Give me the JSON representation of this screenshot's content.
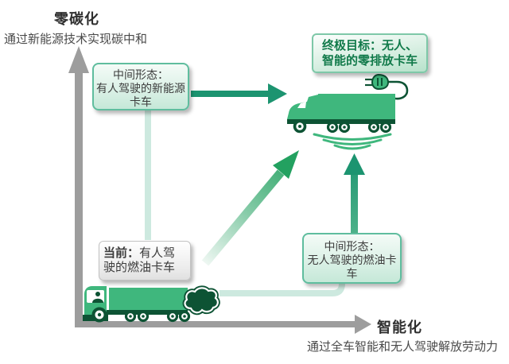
{
  "colors": {
    "axis_gray": "#9d9d9d",
    "accent_teal": "#1c9470",
    "arrow_green": "#23a160",
    "light_connector": "#cde9df",
    "truck_green": "#3fb77d",
    "truck_dark": "#0d5334",
    "mint_border": "#5fbd9e",
    "goal_border": "#7ec8a8",
    "goal_text": "#117a4a"
  },
  "y_axis": {
    "title": "零碳化",
    "subtitle": "通过新能源技术实现碳中和"
  },
  "x_axis": {
    "title": "智能化",
    "subtitle": "通过全车智能和无人驾驶解放劳动力"
  },
  "boxes": {
    "goal": {
      "label": "终极目标：",
      "text": "无人、智能的零排放卡车"
    },
    "mid_new_energy": {
      "label": "中间形态：",
      "text": "有人驾驶的新能源卡车"
    },
    "mid_driverless": {
      "label": "中间形态：",
      "text": "无人驾驶的燃油卡车"
    },
    "current": {
      "label": "当前：",
      "text": "有人驾驶的燃油卡车"
    }
  },
  "icons": {
    "electric_truck": "electric-truck-icon",
    "fuel_truck": "fuel-truck-icon",
    "exhaust_cloud": "exhaust-cloud-icon",
    "power_plug": "power-plug-icon",
    "hover_waves": "hover-waves-icon",
    "up_axis_arrow": "y-axis-arrow",
    "right_axis_arrow": "x-axis-arrow"
  }
}
